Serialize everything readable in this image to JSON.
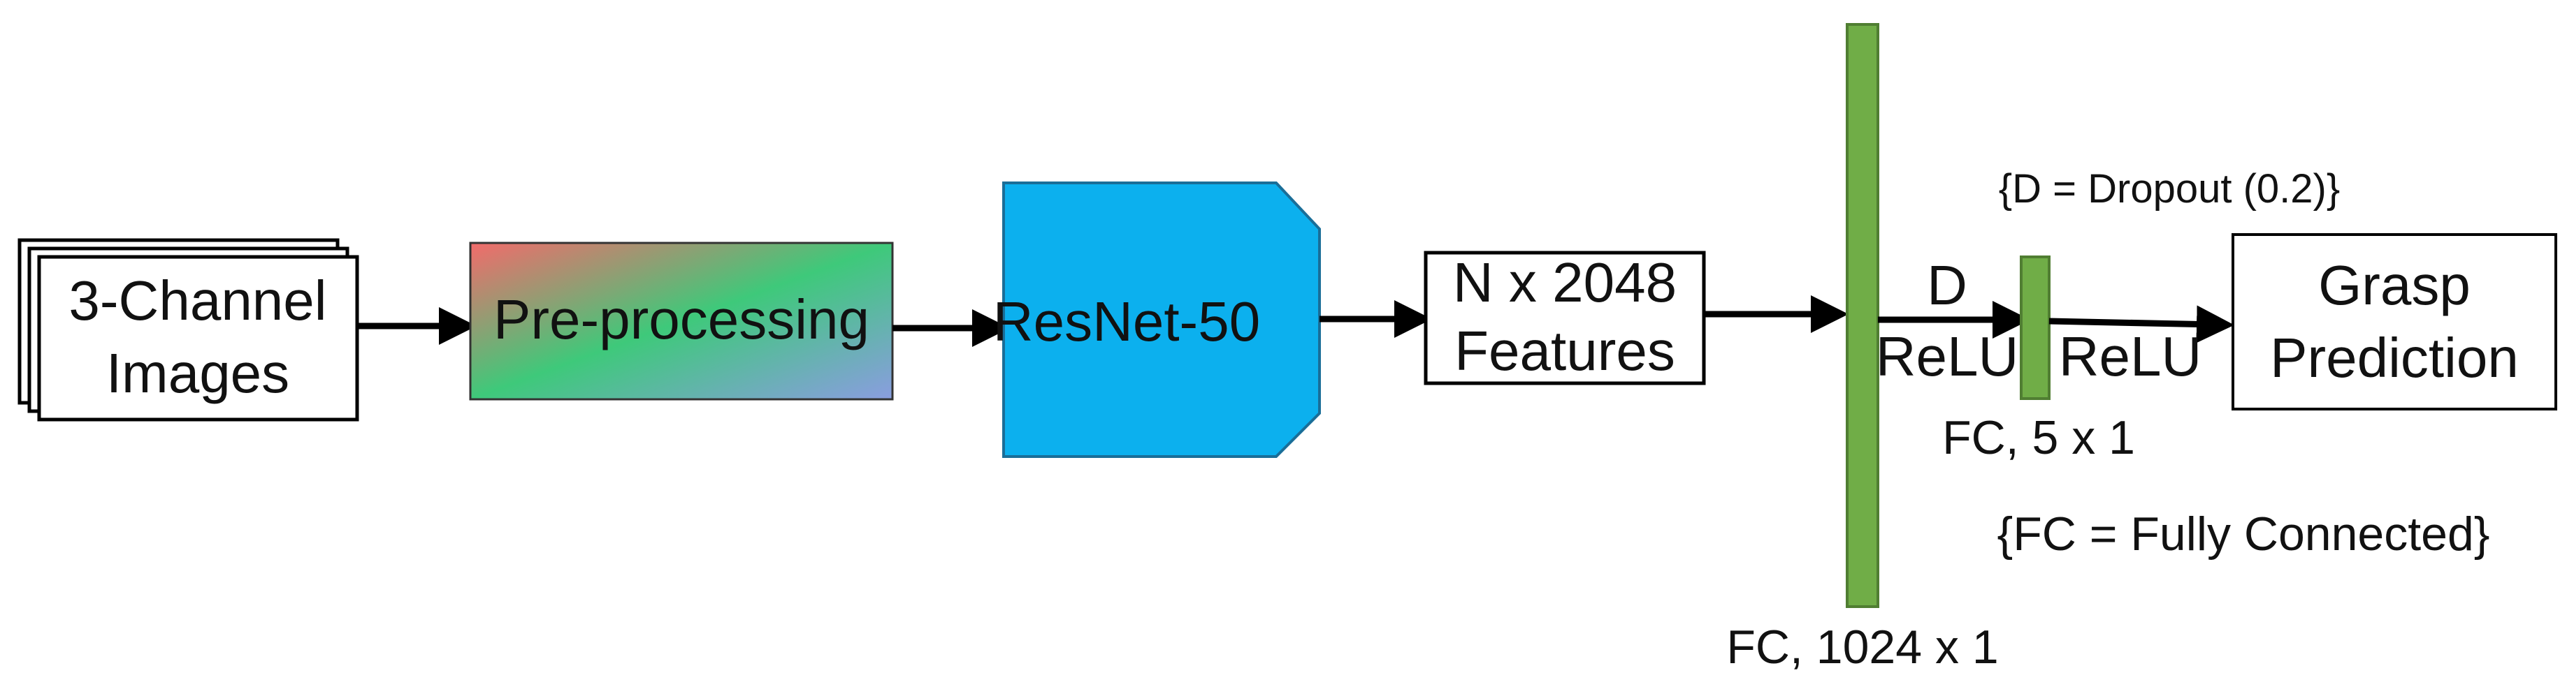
{
  "nodes": {
    "input_images": {
      "line1": "3-Channel",
      "line2": "Images"
    },
    "preprocessing": {
      "label": "Pre-processing"
    },
    "resnet": {
      "label": "ResNet-50"
    },
    "features": {
      "line1": "N x 2048",
      "line2": "Features"
    },
    "fc1024": {
      "caption": "FC, 1024 x 1"
    },
    "fc5": {
      "caption": "FC, 5 x 1"
    },
    "output": {
      "line1": "Grasp",
      "line2": "Prediction"
    }
  },
  "edges": {
    "fc1024_to_fc5_top": "D",
    "fc1024_to_fc5_bottom": "ReLU",
    "fc5_to_output": "ReLU"
  },
  "notes": {
    "dropout": "{D = Dropout (0.2)}",
    "fully_connected": "{FC = Fully Connected}"
  },
  "colors": {
    "resnet_fill": "#0cb0ee",
    "fc_fill": "#70ad47",
    "fc_stroke": "#507e32",
    "gradient": [
      "#f26b6b",
      "#3ec97a",
      "#8a9de0"
    ]
  }
}
